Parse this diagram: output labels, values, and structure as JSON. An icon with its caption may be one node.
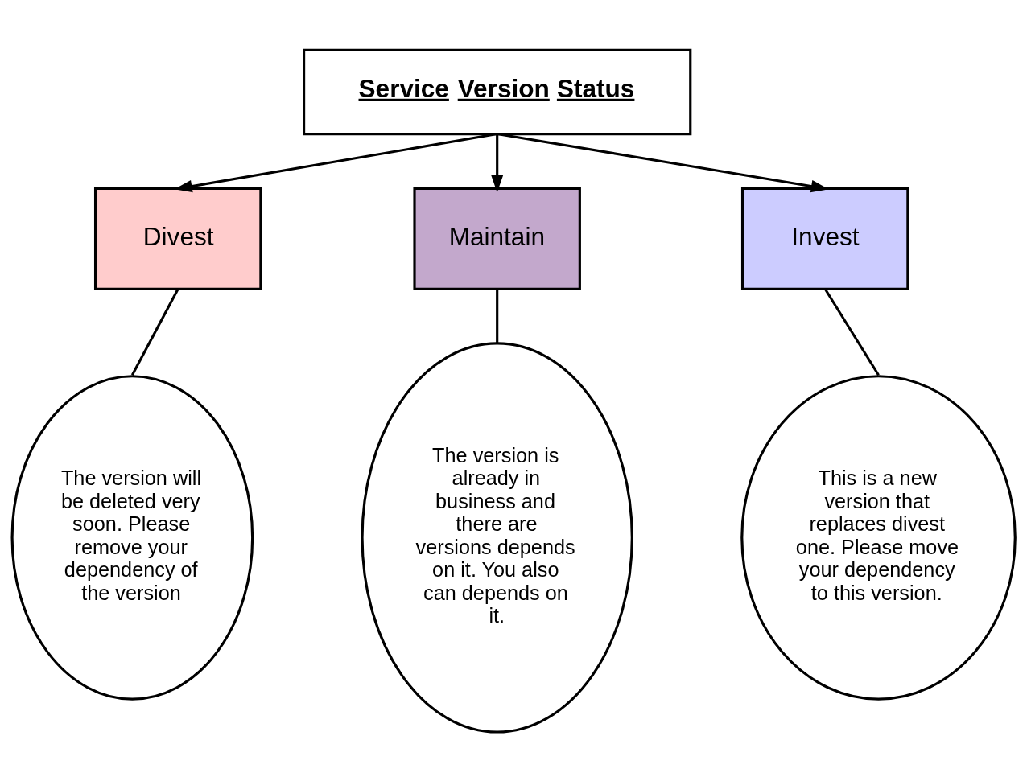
{
  "diagram": {
    "nodes": [
      {
        "text": [
          "Service Version Status"
        ]
      },
      {
        "text": [
          "Divest"
        ]
      },
      {
        "text": [
          "Maintain"
        ]
      },
      {
        "text": [
          "Invest"
        ]
      },
      {
        "text": [
          "The version will be deleted very soon. Please remove your dependency of the version"
        ]
      },
      {
        "text": [
          "The version is already in business and there are versions depends on it. You also can depends on it."
        ]
      },
      {
        "text": [
          "This is a new version that replaces divest one. Please move your dependency to this version."
        ]
      }
    ],
    "edges": [
      {
        "from": 0,
        "to": 1,
        "arrow": "to"
      },
      {
        "from": 0,
        "to": 2,
        "arrow": "to"
      },
      {
        "from": 0,
        "to": 3,
        "arrow": "to"
      },
      {
        "from": 1,
        "to": 4,
        "arrow": "none"
      },
      {
        "from": 2,
        "to": 5,
        "arrow": "none"
      },
      {
        "from": 3,
        "to": 6,
        "arrow": "none"
      }
    ]
  }
}
